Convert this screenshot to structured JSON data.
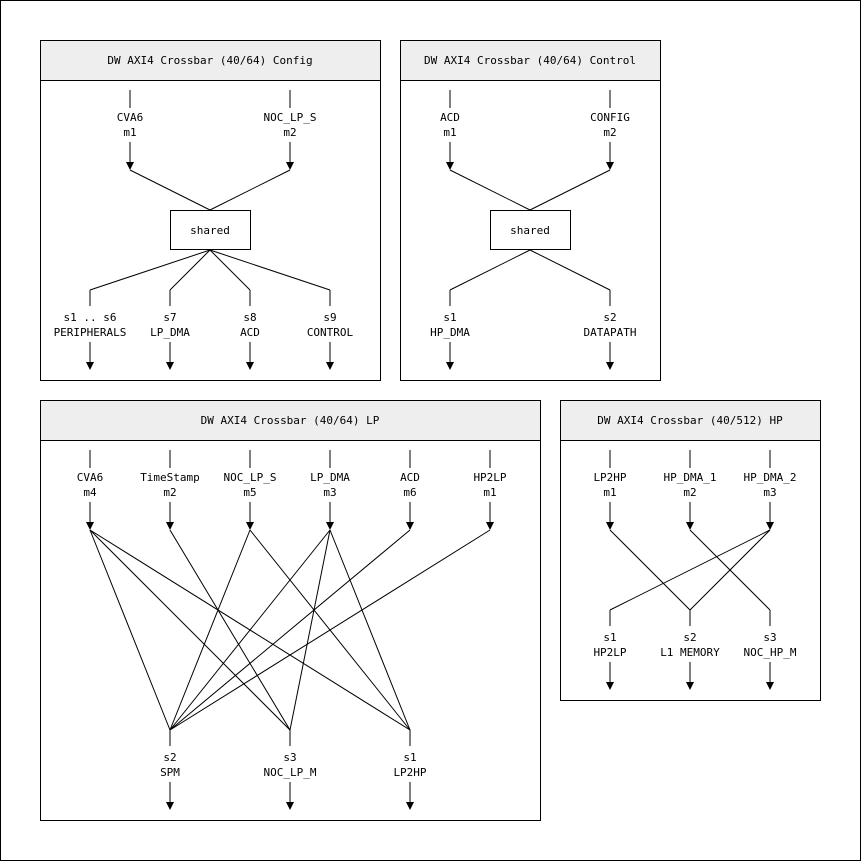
{
  "panels": {
    "config": {
      "title": "DW AXI4 Crossbar (40/64) Config",
      "masters": [
        {
          "name": "CVA6",
          "port": "m1"
        },
        {
          "name": "NOC_LP_S",
          "port": "m2"
        }
      ],
      "hub_label": "shared",
      "slaves": [
        {
          "port": "s1 .. s6",
          "name": "PERIPHERALS"
        },
        {
          "port": "s7",
          "name": "LP_DMA"
        },
        {
          "port": "s8",
          "name": "ACD"
        },
        {
          "port": "s9",
          "name": "CONTROL"
        }
      ]
    },
    "control": {
      "title": "DW AXI4 Crossbar (40/64) Control",
      "masters": [
        {
          "name": "ACD",
          "port": "m1"
        },
        {
          "name": "CONFIG",
          "port": "m2"
        }
      ],
      "hub_label": "shared",
      "slaves": [
        {
          "port": "s1",
          "name": "HP_DMA"
        },
        {
          "port": "s2",
          "name": "DATAPATH"
        }
      ]
    },
    "lp": {
      "title": "DW AXI4 Crossbar (40/64) LP",
      "masters": [
        {
          "name": "CVA6",
          "port": "m4"
        },
        {
          "name": "TimeStamp",
          "port": "m2"
        },
        {
          "name": "NOC_LP_S",
          "port": "m5"
        },
        {
          "name": "LP_DMA",
          "port": "m3"
        },
        {
          "name": "ACD",
          "port": "m6"
        },
        {
          "name": "HP2LP",
          "port": "m1"
        }
      ],
      "slaves": [
        {
          "port": "s2",
          "name": "SPM"
        },
        {
          "port": "s3",
          "name": "NOC_LP_M"
        },
        {
          "port": "s1",
          "name": "LP2HP"
        }
      ]
    },
    "hp": {
      "title": "DW AXI4 Crossbar (40/512) HP",
      "masters": [
        {
          "name": "LP2HP",
          "port": "m1"
        },
        {
          "name": "HP_DMA_1",
          "port": "m2"
        },
        {
          "name": "HP_DMA_2",
          "port": "m3"
        }
      ],
      "slaves": [
        {
          "port": "s1",
          "name": "HP2LP"
        },
        {
          "port": "s2",
          "name": "L1 MEMORY"
        },
        {
          "port": "s3",
          "name": "NOC_HP_M"
        }
      ]
    }
  }
}
